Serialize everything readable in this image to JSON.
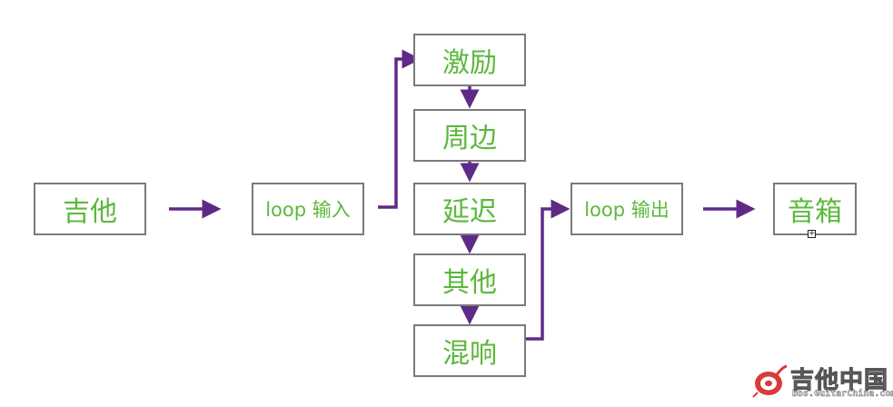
{
  "nodes": {
    "guitar": "吉他",
    "loop_in": "loop 输入",
    "excite": "激励",
    "periph": "周边",
    "delay": "延迟",
    "other": "其他",
    "reverb": "混响",
    "loop_out": "loop 输出",
    "speaker": "音箱"
  },
  "watermark": {
    "brand": "吉他中国",
    "url": "bbs.GuitarChina.com"
  },
  "colors": {
    "arrow": "#5f2a87",
    "box_border": "#7a7a7a",
    "label_text": "#5cb83c"
  }
}
